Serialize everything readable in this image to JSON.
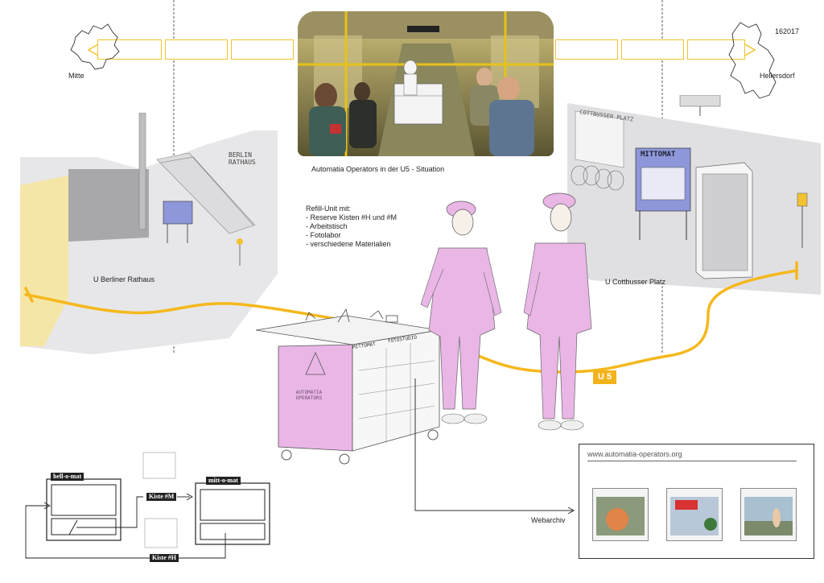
{
  "meta": {
    "code": "162017"
  },
  "timeline": {
    "start_label": "Mitte",
    "end_label": "Hellersdorf",
    "line_label": "U 5",
    "colors": {
      "line": "#f5b81c",
      "box_border": "#f2c230",
      "pink": "#e9b6e6",
      "cabinet": "#8d97d9"
    }
  },
  "photo": {
    "caption": "Automatia Operators in der U5 - Situation",
    "sign_text": ""
  },
  "stations": [
    {
      "label": "U Berliner Rathaus",
      "wall_text": "BERLIN RATHAUS"
    },
    {
      "label": "U Cottbusser Platz",
      "wall_text": "COTTBUSSER PLATZ",
      "cabinet_text": "MITTOMAT"
    }
  ],
  "refill": {
    "title": "Refill-Unit mit:",
    "items": [
      "- Reserve Kisten #H und #M",
      "- Arbeitstisch",
      "- Fotolabor",
      "- verschiedene Materialien"
    ]
  },
  "cart": {
    "side_text_1": "MITTOMAT",
    "side_text_2": "FOTOSTUDIO",
    "logo_text": "AUTOMATIA OPERATORS"
  },
  "diagram": {
    "machine_a": "hell-o-mat",
    "machine_b": "mitt-o-mat",
    "box_m": "Kiste #M",
    "box_h": "Kiste #H"
  },
  "web": {
    "url": "www.automatia-operators.org",
    "label": "Webarchiv"
  }
}
